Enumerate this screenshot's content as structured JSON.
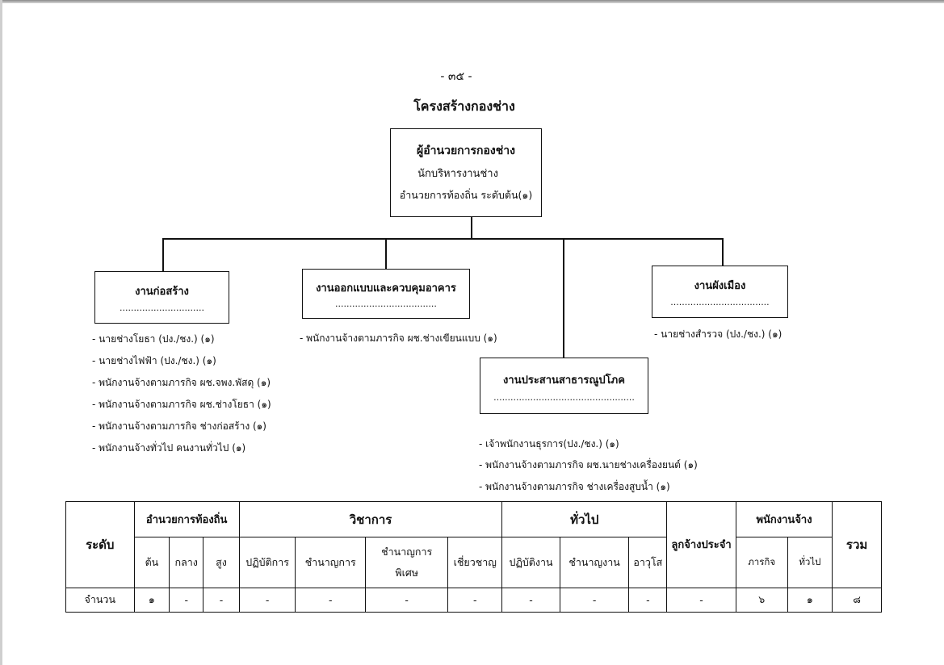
{
  "page_number": "- ๓๕ -",
  "title": "โครงสร้างกองช่าง",
  "director": {
    "title": "ผู้อำนวยการกองช่าง",
    "line2": "นักบริหารงานช่าง",
    "line3": "อำนวยการท้องถิ่น ระดับต้น(๑)"
  },
  "units": {
    "construction": {
      "name": "งานก่อสร้าง",
      "dots": "..............................",
      "staff": [
        "-  นายช่างโยธา (ปง./ชง.)  (๑)",
        "-  นายช่างไฟฟ้า (ปง./ชง.) (๑)",
        "-  พนักงานจ้างตามภารกิจ ผช.จพง.พัสดุ  (๑)",
        "-  พนักงานจ้างตามภารกิจ ผช.ช่างโยธา  (๑)",
        "-  พนักงานจ้างตามภารกิจ ช่างก่อสร้าง  (๑)",
        "-  พนักงานจ้างทั่วไป คนงานทั่วไป  (๑)"
      ]
    },
    "design": {
      "name": "งานออกแบบและควบคุมอาคาร",
      "dots": "....................................",
      "staff": [
        "-  พนักงานจ้างตามภารกิจ ผช.ช่างเขียนแบบ  (๑)"
      ]
    },
    "utilities": {
      "name": "งานประสานสาธารณูปโภค",
      "dots": "..................................................",
      "staff": [
        "-  เจ้าพนักงานธุรการ(ปง./ชง.)   (๑)",
        "-  พนักงานจ้างตามภารกิจ ผช.นายช่างเครื่องยนต์  (๑)",
        "-  พนักงานจ้างตามภารกิจ ช่างเครื่องสูบน้ำ  (๑)"
      ]
    },
    "planning": {
      "name": "งานผังเมือง",
      "dots": "...................................",
      "staff": [
        "- นายช่างสำรวจ (ปง./ชง.)   (๑)"
      ]
    }
  },
  "table": {
    "level_header": "ระดับ",
    "groups": {
      "local_admin": "อำนวยการท้องถิ่น",
      "academic": "วิชาการ",
      "general": "ทั่วไป",
      "permanent": "ลูกจ้างประจำ",
      "employee": "พนักงานจ้าง",
      "total": "รวม"
    },
    "sub": {
      "admin_ton": "ต้น",
      "admin_klang": "กลาง",
      "admin_sung": "สูง",
      "acad_1": "ปฏิบัติการ",
      "acad_2": "ชำนาญการ",
      "acad_3a": "ชำนาญการ",
      "acad_3b": "พิเศษ",
      "acad_4": "เชี่ยวชาญ",
      "gen_1": "ปฏิบัติงาน",
      "gen_2": "ชำนาญงาน",
      "gen_3": "อาวุโส",
      "emp_1": "ภารกิจ",
      "emp_2": "ทั่วไป"
    },
    "row": {
      "label": "จำนวน",
      "values": [
        "๑",
        "-",
        "-",
        "-",
        "-",
        "-",
        "-",
        "-",
        "-",
        "-",
        "-",
        "๖",
        "๑",
        "๘"
      ]
    }
  }
}
